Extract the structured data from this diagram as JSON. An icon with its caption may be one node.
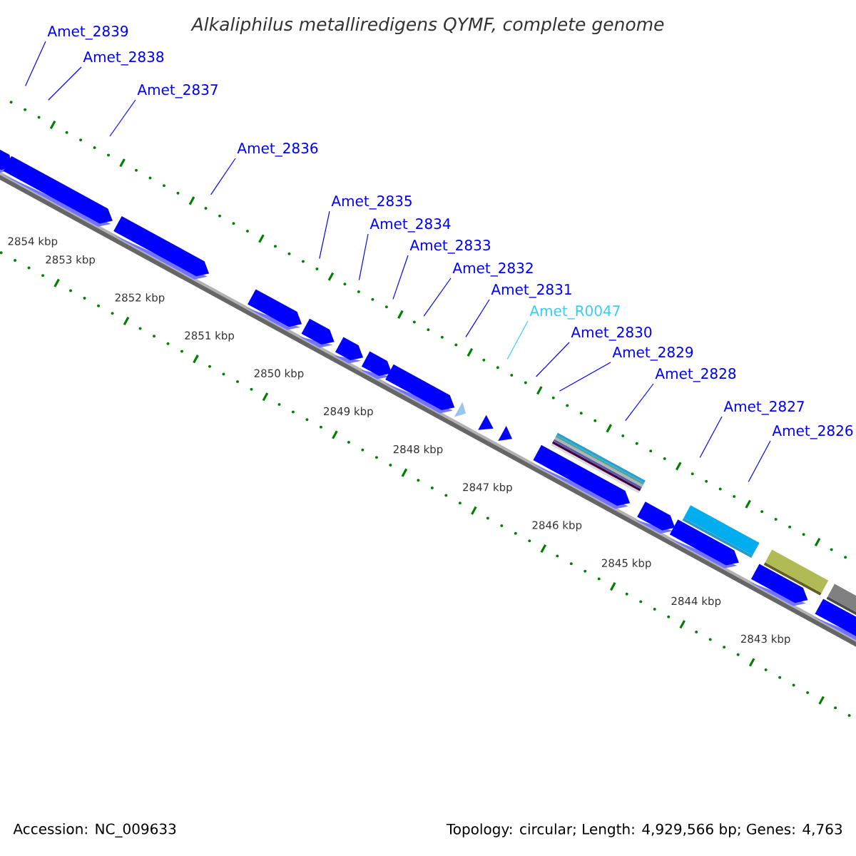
{
  "diagram": {
    "title": "Alkaliphilus metalliredigens QYMF, complete genome",
    "nodes": [
      {
        "text": [
          "Amet_2839"
        ]
      },
      {
        "text": [
          "Amet_2838"
        ]
      },
      {
        "text": [
          "Amet_2837"
        ]
      },
      {
        "text": [
          "Amet_2836"
        ]
      },
      {
        "text": [
          "Amet_2835"
        ]
      },
      {
        "text": [
          "Amet_2834"
        ]
      },
      {
        "text": [
          "Amet_2833"
        ]
      },
      {
        "text": [
          "Amet_2832"
        ]
      },
      {
        "text": [
          "Amet_2831"
        ]
      },
      {
        "text": [
          "Amet_R0047"
        ]
      },
      {
        "text": [
          "Amet_2830"
        ]
      },
      {
        "text": [
          "Amet_2829"
        ]
      },
      {
        "text": [
          "Amet_2828"
        ]
      },
      {
        "text": [
          "Amet_2827"
        ]
      },
      {
        "text": [
          "Amet_2826"
        ]
      }
    ],
    "edges": [
      {
        "from": 0,
        "to": null,
        "arrow": "none"
      },
      {
        "from": 1,
        "to": null,
        "arrow": "none"
      },
      {
        "from": 2,
        "to": null,
        "arrow": "none"
      },
      {
        "from": 3,
        "to": null,
        "arrow": "none"
      },
      {
        "from": 4,
        "to": null,
        "arrow": "none"
      },
      {
        "from": 5,
        "to": null,
        "arrow": "none"
      },
      {
        "from": 6,
        "to": null,
        "arrow": "none"
      },
      {
        "from": 7,
        "to": null,
        "arrow": "none"
      },
      {
        "from": 8,
        "to": null,
        "arrow": "none"
      },
      {
        "from": 9,
        "to": null,
        "arrow": "none",
        "color": "#33ccff"
      },
      {
        "from": 10,
        "to": null,
        "arrow": "none"
      },
      {
        "from": 11,
        "to": null,
        "arrow": "none"
      },
      {
        "from": 12,
        "to": null,
        "arrow": "none"
      },
      {
        "from": 13,
        "to": null,
        "arrow": "none"
      },
      {
        "from": 14,
        "to": null,
        "arrow": "none"
      }
    ],
    "labels": [
      "2854 kbp",
      "2853 kbp",
      "2852 kbp",
      "2851 kbp",
      "2850 kbp",
      "2849 kbp",
      "2848 kbp",
      "2847 kbp",
      "2846 kbp",
      "2845 kbp",
      "2844 kbp",
      "2843 kbp",
      "Accession: NC_009633",
      "Topology: circular; Length: 4,929,566 bp; Genes: 4,763"
    ]
  }
}
